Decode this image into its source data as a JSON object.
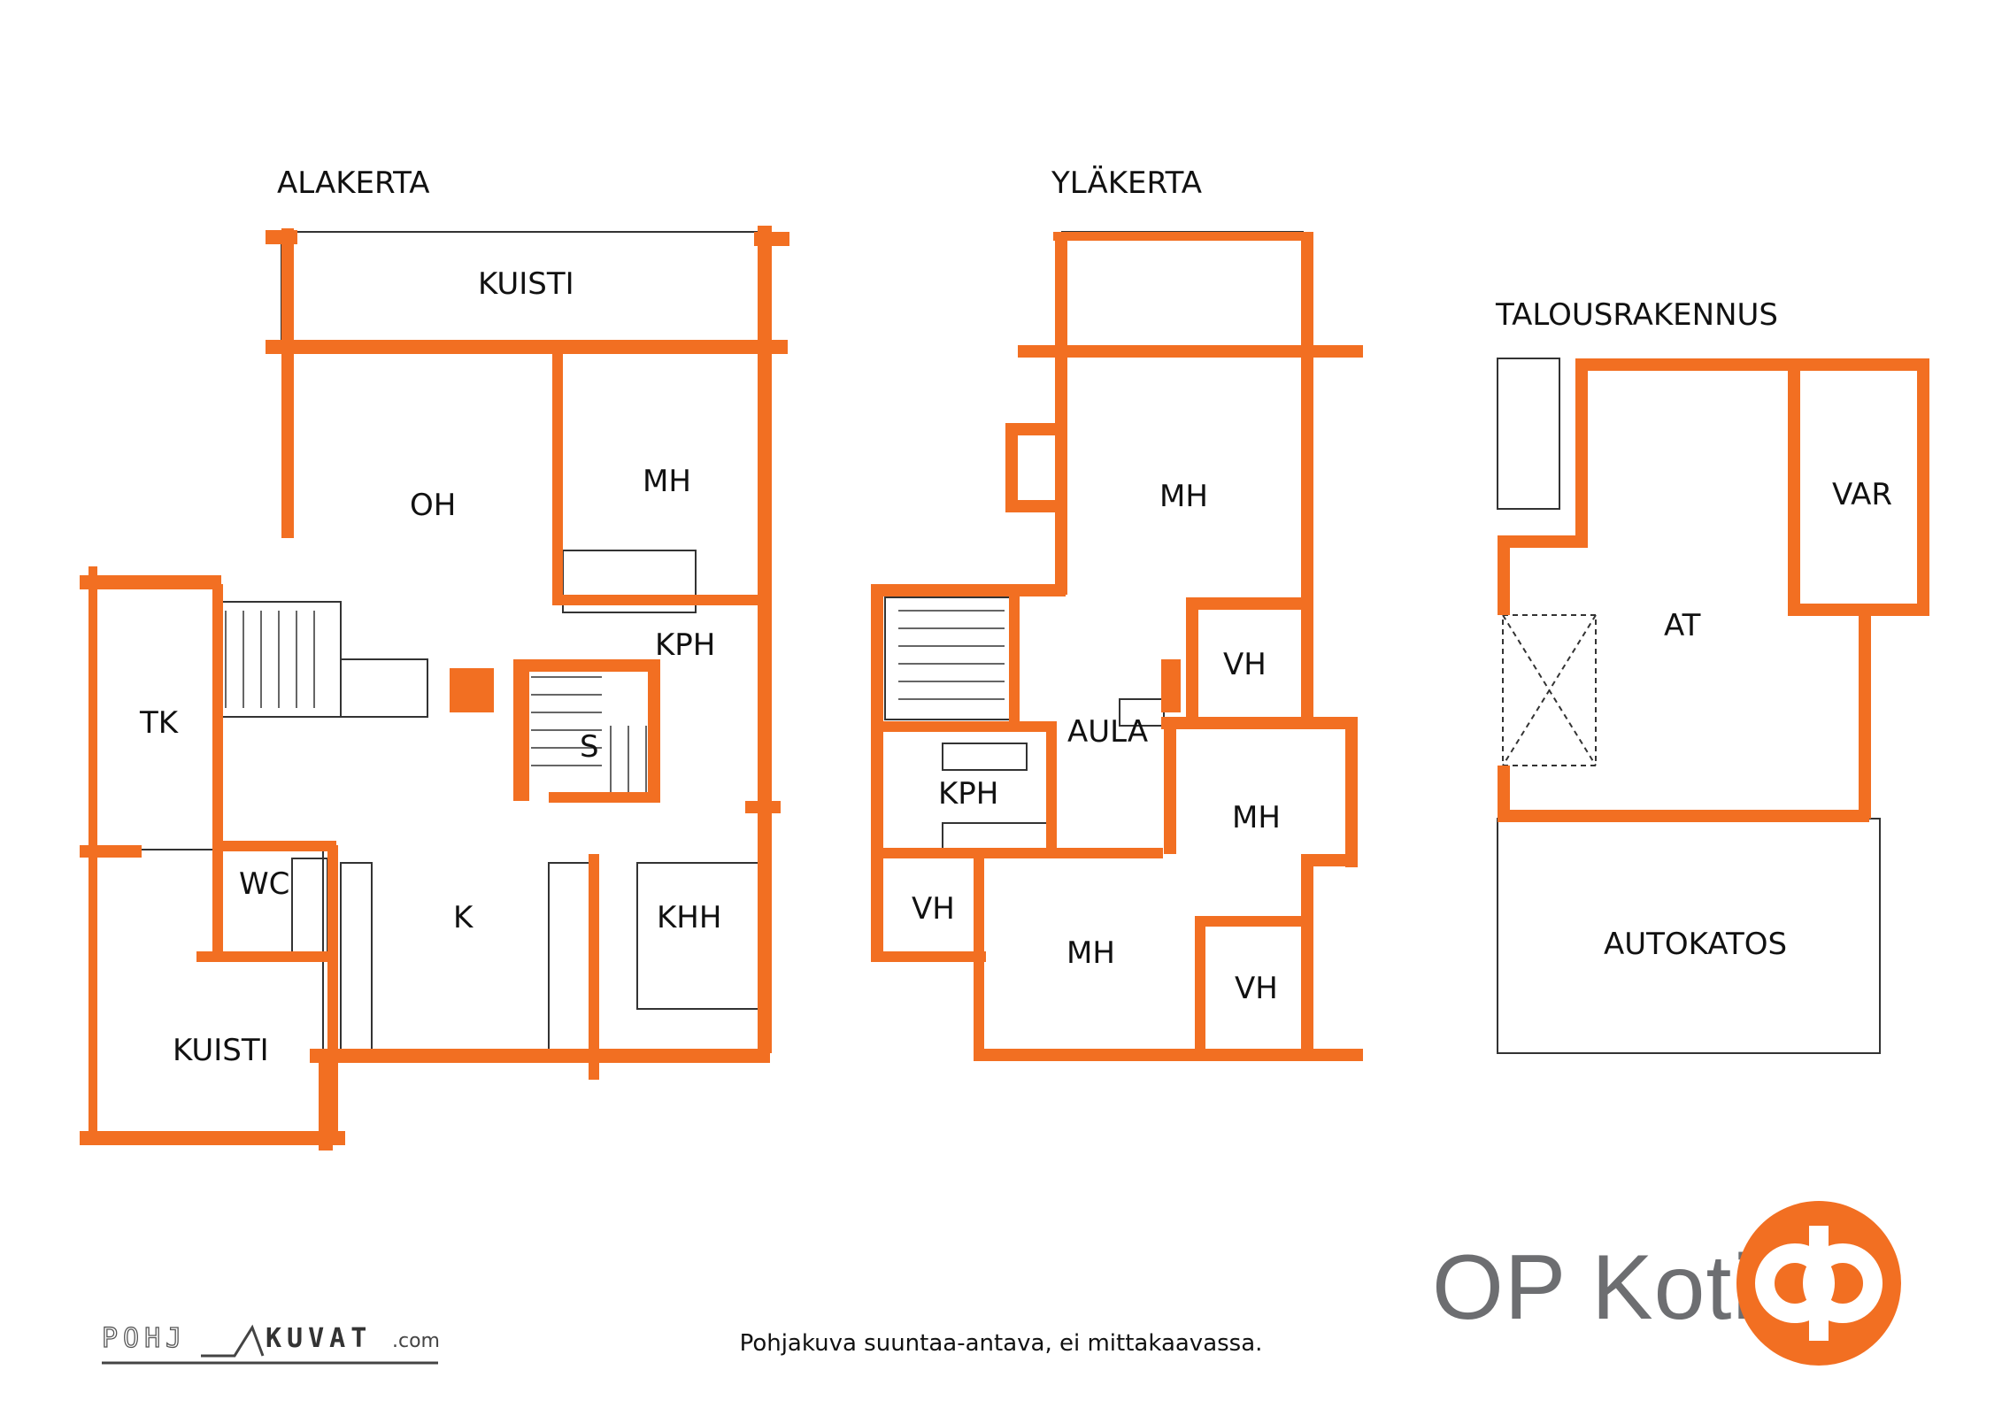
{
  "headings": {
    "ground_floor": "ALAKERTA",
    "upper_floor": "YLÄKERTA",
    "outbuilding": "TALOUSRAKENNUS"
  },
  "ground_floor_rooms": {
    "kuisti_top": "KUISTI",
    "oh": "OH",
    "mh": "MH",
    "kph": "KPH",
    "s": "S",
    "tk": "TK",
    "wc": "WC",
    "k": "K",
    "khh": "KHH",
    "kuisti_bottom": "KUISTI"
  },
  "upper_floor_rooms": {
    "mh_top": "MH",
    "vh_right": "VH",
    "aula": "AULA",
    "kph": "KPH",
    "mh_right": "MH",
    "vh_left": "VH",
    "mh_bottom": "MH",
    "vh_bottom": "VH"
  },
  "outbuilding_rooms": {
    "var": "VAR",
    "at": "AT",
    "autokatos": "AUTOKATOS"
  },
  "footer": {
    "disclaimer": "Pohjakuva suuntaa-antava, ei mittakaavassa.",
    "brand": "OP Koti",
    "credit_left": "POHJ",
    "credit_right": "KUVAT",
    "credit_suffix": ".com"
  },
  "colors": {
    "wall": "#f26f22",
    "line": "#333333",
    "brand_orange": "#f26f22",
    "brand_gray": "#6d6e71"
  }
}
